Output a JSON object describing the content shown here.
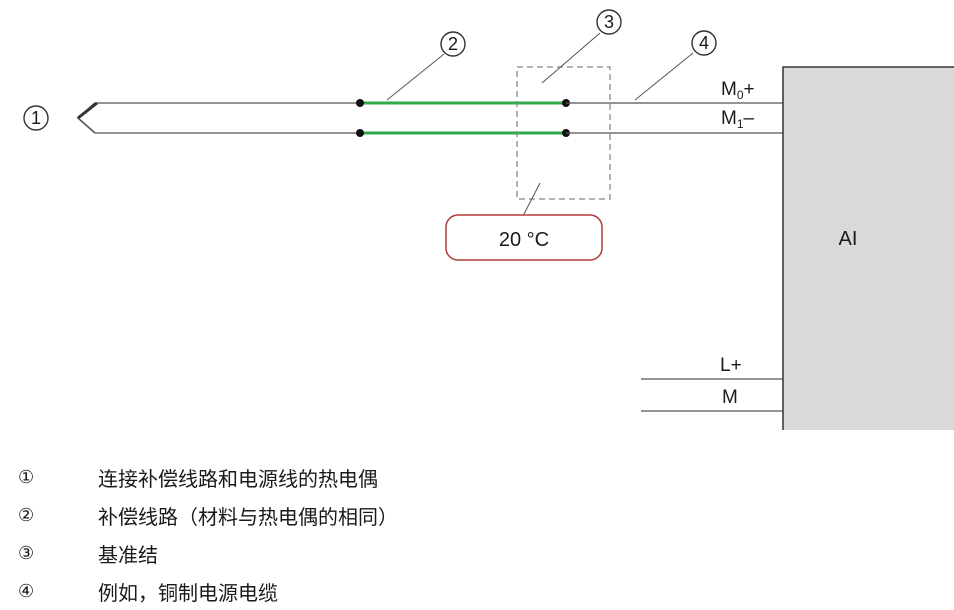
{
  "diagram": {
    "callouts": [
      "1",
      "2",
      "3",
      "4"
    ],
    "terminals": {
      "m0_main": "M",
      "m0_sub": "0",
      "m0_sign": "+",
      "m1_main": "M",
      "m1_sub": "1",
      "m1_sign": "–",
      "lplus": "L+",
      "m": "M"
    },
    "ai_label": "AI",
    "temperature": "20 °C",
    "colors": {
      "compensation_wire": "#2eaa4a",
      "line": "#555555",
      "temp_box": "#b03a3a",
      "module_fill": "#d9d9d9"
    }
  },
  "legend": [
    {
      "marker": "①",
      "text": "连接补偿线路和电源线的热电偶"
    },
    {
      "marker": "②",
      "text": "补偿线路（材料与热电偶的相同）"
    },
    {
      "marker": "③",
      "text": "基准结"
    },
    {
      "marker": "④",
      "text": "例如，铜制电源电缆"
    }
  ]
}
